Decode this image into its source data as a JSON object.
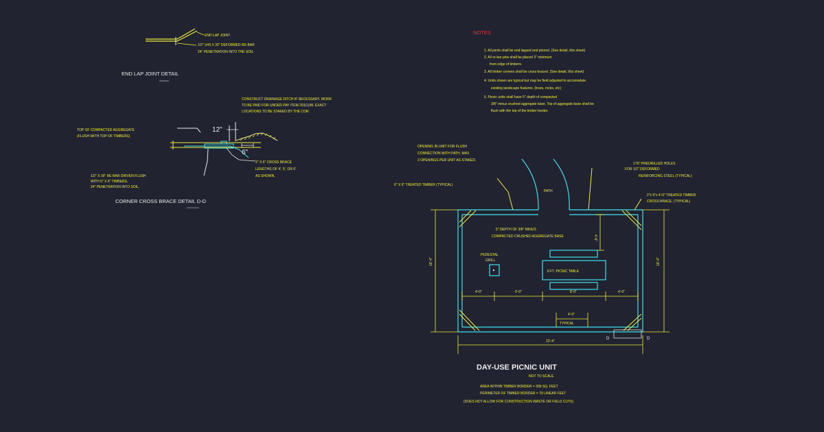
{
  "colors": {
    "background": "#212330",
    "annotation": "#f2ef3a",
    "timber": "#3fe2ee",
    "title_white": "#ececec",
    "notes_red": "#ff2a2a"
  },
  "end_lap": {
    "callout_joint": "END LAP JOINT.",
    "callout_rebar_1": "1/2\" (#4) X 30\" DEFORMED RE-BAR",
    "callout_rebar_2": "24\" PENETRATION INTO THE SOIL",
    "title": "END LAP JOINT DETAIL"
  },
  "corner_detail": {
    "drainage_1": "CONSTRUCT DRAINAGE DITCH IF NECESSARY.  WORK",
    "drainage_2": "TO BE PAID FOR UNDER PAY ITEM 203(1)98.  EXACT",
    "drainage_3": "LOCATIONS TO BE STAKED BY THE COR.",
    "aggregate_1": "TOP OF COMPACTED AGGREGATE",
    "aggregate_2": "(FLUSH WITH TOP OF TIMBERS)",
    "dim_12": "12\"",
    "dim_6": "6\"",
    "brace_1": "2\" X 6\" CROSS BRACE",
    "brace_2": "LENGTHS OF 4', 5', OR 6'",
    "brace_3": "AS SHOWN.",
    "rebar_1": "1/2\" X 30\" RE-BAR DRIVEN FLUSH",
    "rebar_2": "WITH 6\" X 6\" TIMBERS.",
    "rebar_3": "24\" PENETRATION INTO SOIL.",
    "title": "CORNER CROSS BRACE DETAIL D-D"
  },
  "notes": {
    "heading": "NOTES",
    "lines": [
      "1. All joints shall be end lapped and pinned. (See detail, this sheet)",
      "2. All re-bar pins shall be placed 3\" minimum",
      "from edge of timbers.",
      "3. All timber corners shall be cross braced. (See detail, this sheet)",
      "4. Units shown are typical but may be field adjusted to accomodate",
      "existing landscape features. (trees, rocks, etc)",
      "5. Picnic units shall have 5\" depth of compacted",
      "3/8\" minus crushed aggregate base.  Top of aggregate base shall be",
      "flush with the top of the timber border."
    ]
  },
  "plan": {
    "opening_1": "OPENING IN UNIT FOR FLUSH",
    "opening_2": "CONNECTION WITH PATH.  MAX",
    "opening_3": "2 OPENINGS PER UNIT AS STAKED.",
    "timber": "6\" X 6\" TREATED TIMBER (TYPICAL)",
    "path": "PATH",
    "holes_1": "1\"/6\" PREDRILLED HOLES",
    "holes_2": "FOR 1/2\" DEFORMED",
    "holes_3": "REINFORCING STEEL (TYPICAL)",
    "brace_1": "2\"x 6\"x 4'-0\" TREATED TIMBER",
    "brace_2": "CROSS BRACE. (TYPICAL)",
    "depth_1": "5\" DEPTH OF 3/8\" MINUS",
    "depth_2": "COMPACTED CRUSHED AGGREGATE BASE",
    "dim_4_6": "4'-6\"",
    "grill_1": "PEDESTAL",
    "grill_2": "GRILL",
    "table": "8 FT. PICNIC TABLE",
    "dim_16_left": "16'-4\"",
    "dim_16_right": "16'-4\"",
    "dim_4_0_a": "4'-0\"",
    "dim_6_0": "6'-0\"",
    "dim_8_0": "8'-0\"",
    "dim_4_0_b": "4'-0\"",
    "dim_4_0_typ": "4'-0\"",
    "typical": "TYPICAL",
    "dim_22_4": "22'-4\"",
    "section_d_1": "D",
    "section_d_2": "D",
    "title": "DAY-USE PICNIC UNIT",
    "not_to_scale": "NOT TO SCALE",
    "area": "AREA WITHIN TIMBER BORDER = 309 SQ. FEET",
    "perimeter": "PERIMETER OF TIMBER BORDER = 70 LINEAR FEET",
    "waste": "(DOES NOT ALLOW FOR CONSTRUCTION WASTE OR FIELD CUTS)"
  }
}
